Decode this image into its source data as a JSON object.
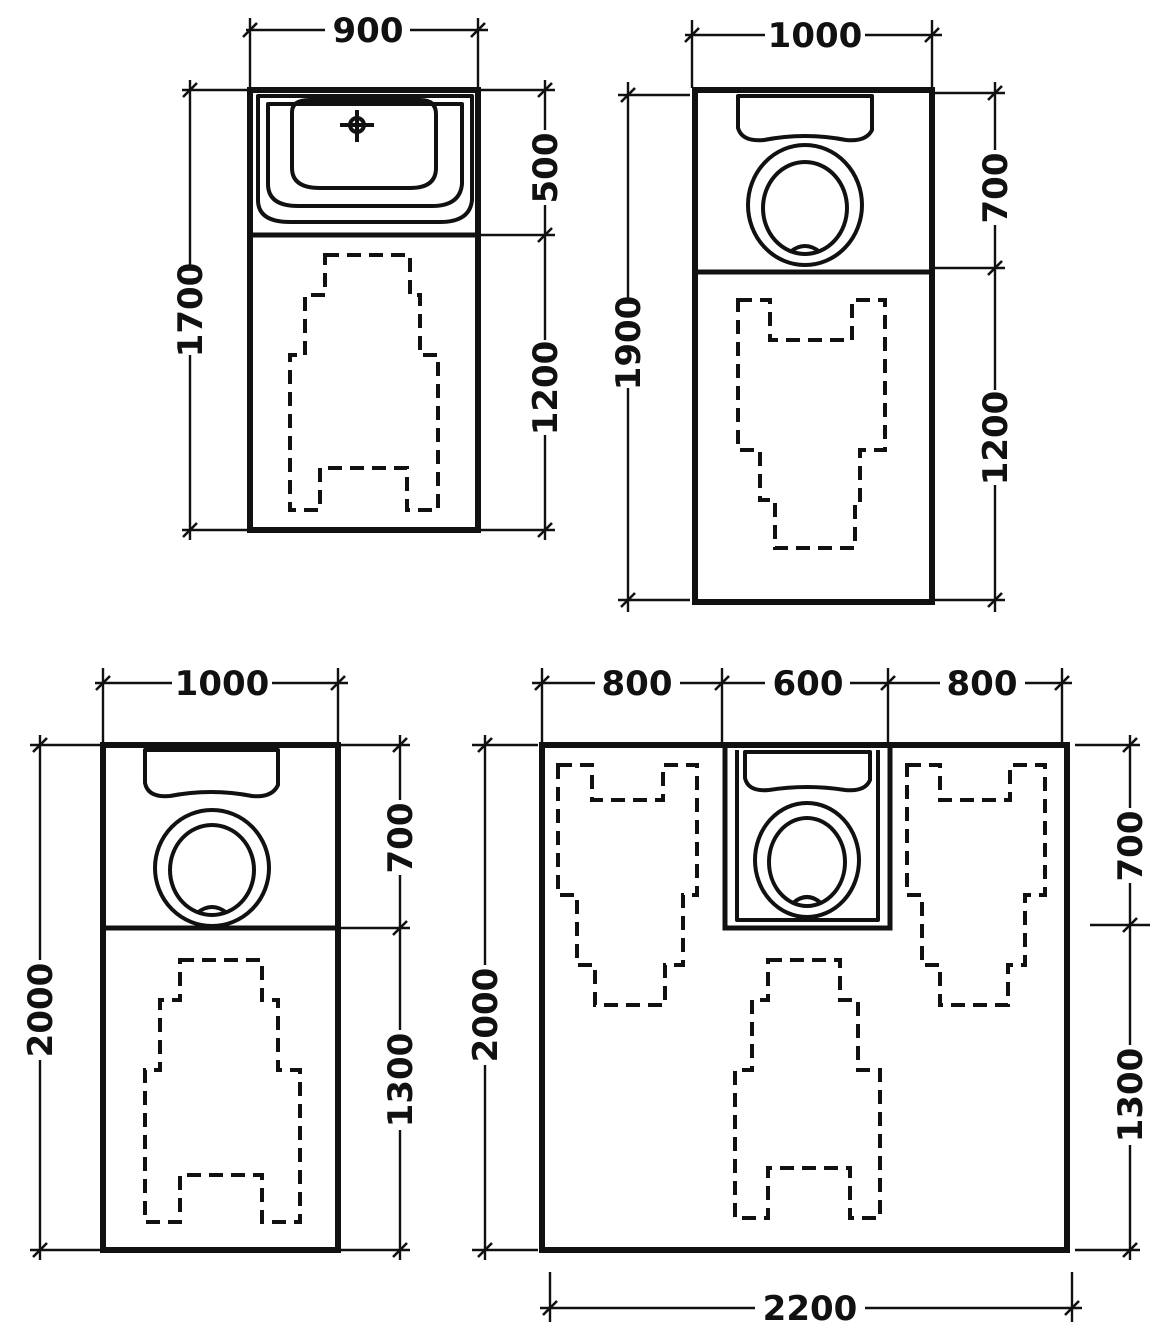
{
  "plans": [
    {
      "dims": {
        "width": "900",
        "fixture_depth": "500",
        "space_depth": "1200",
        "total_depth": "1700"
      }
    },
    {
      "dims": {
        "width": "1000",
        "fixture_depth": "700",
        "space_depth": "1200",
        "total_depth": "1900"
      }
    },
    {
      "dims": {
        "width": "1000",
        "fixture_depth": "700",
        "space_depth": "1300",
        "total_depth": "2000"
      }
    },
    {
      "dims": {
        "left_width": "800",
        "middle_width": "600",
        "right_width": "800",
        "total_width": "2200",
        "fixture_depth": "700",
        "space_depth": "1300",
        "total_depth": "2000"
      }
    }
  ]
}
